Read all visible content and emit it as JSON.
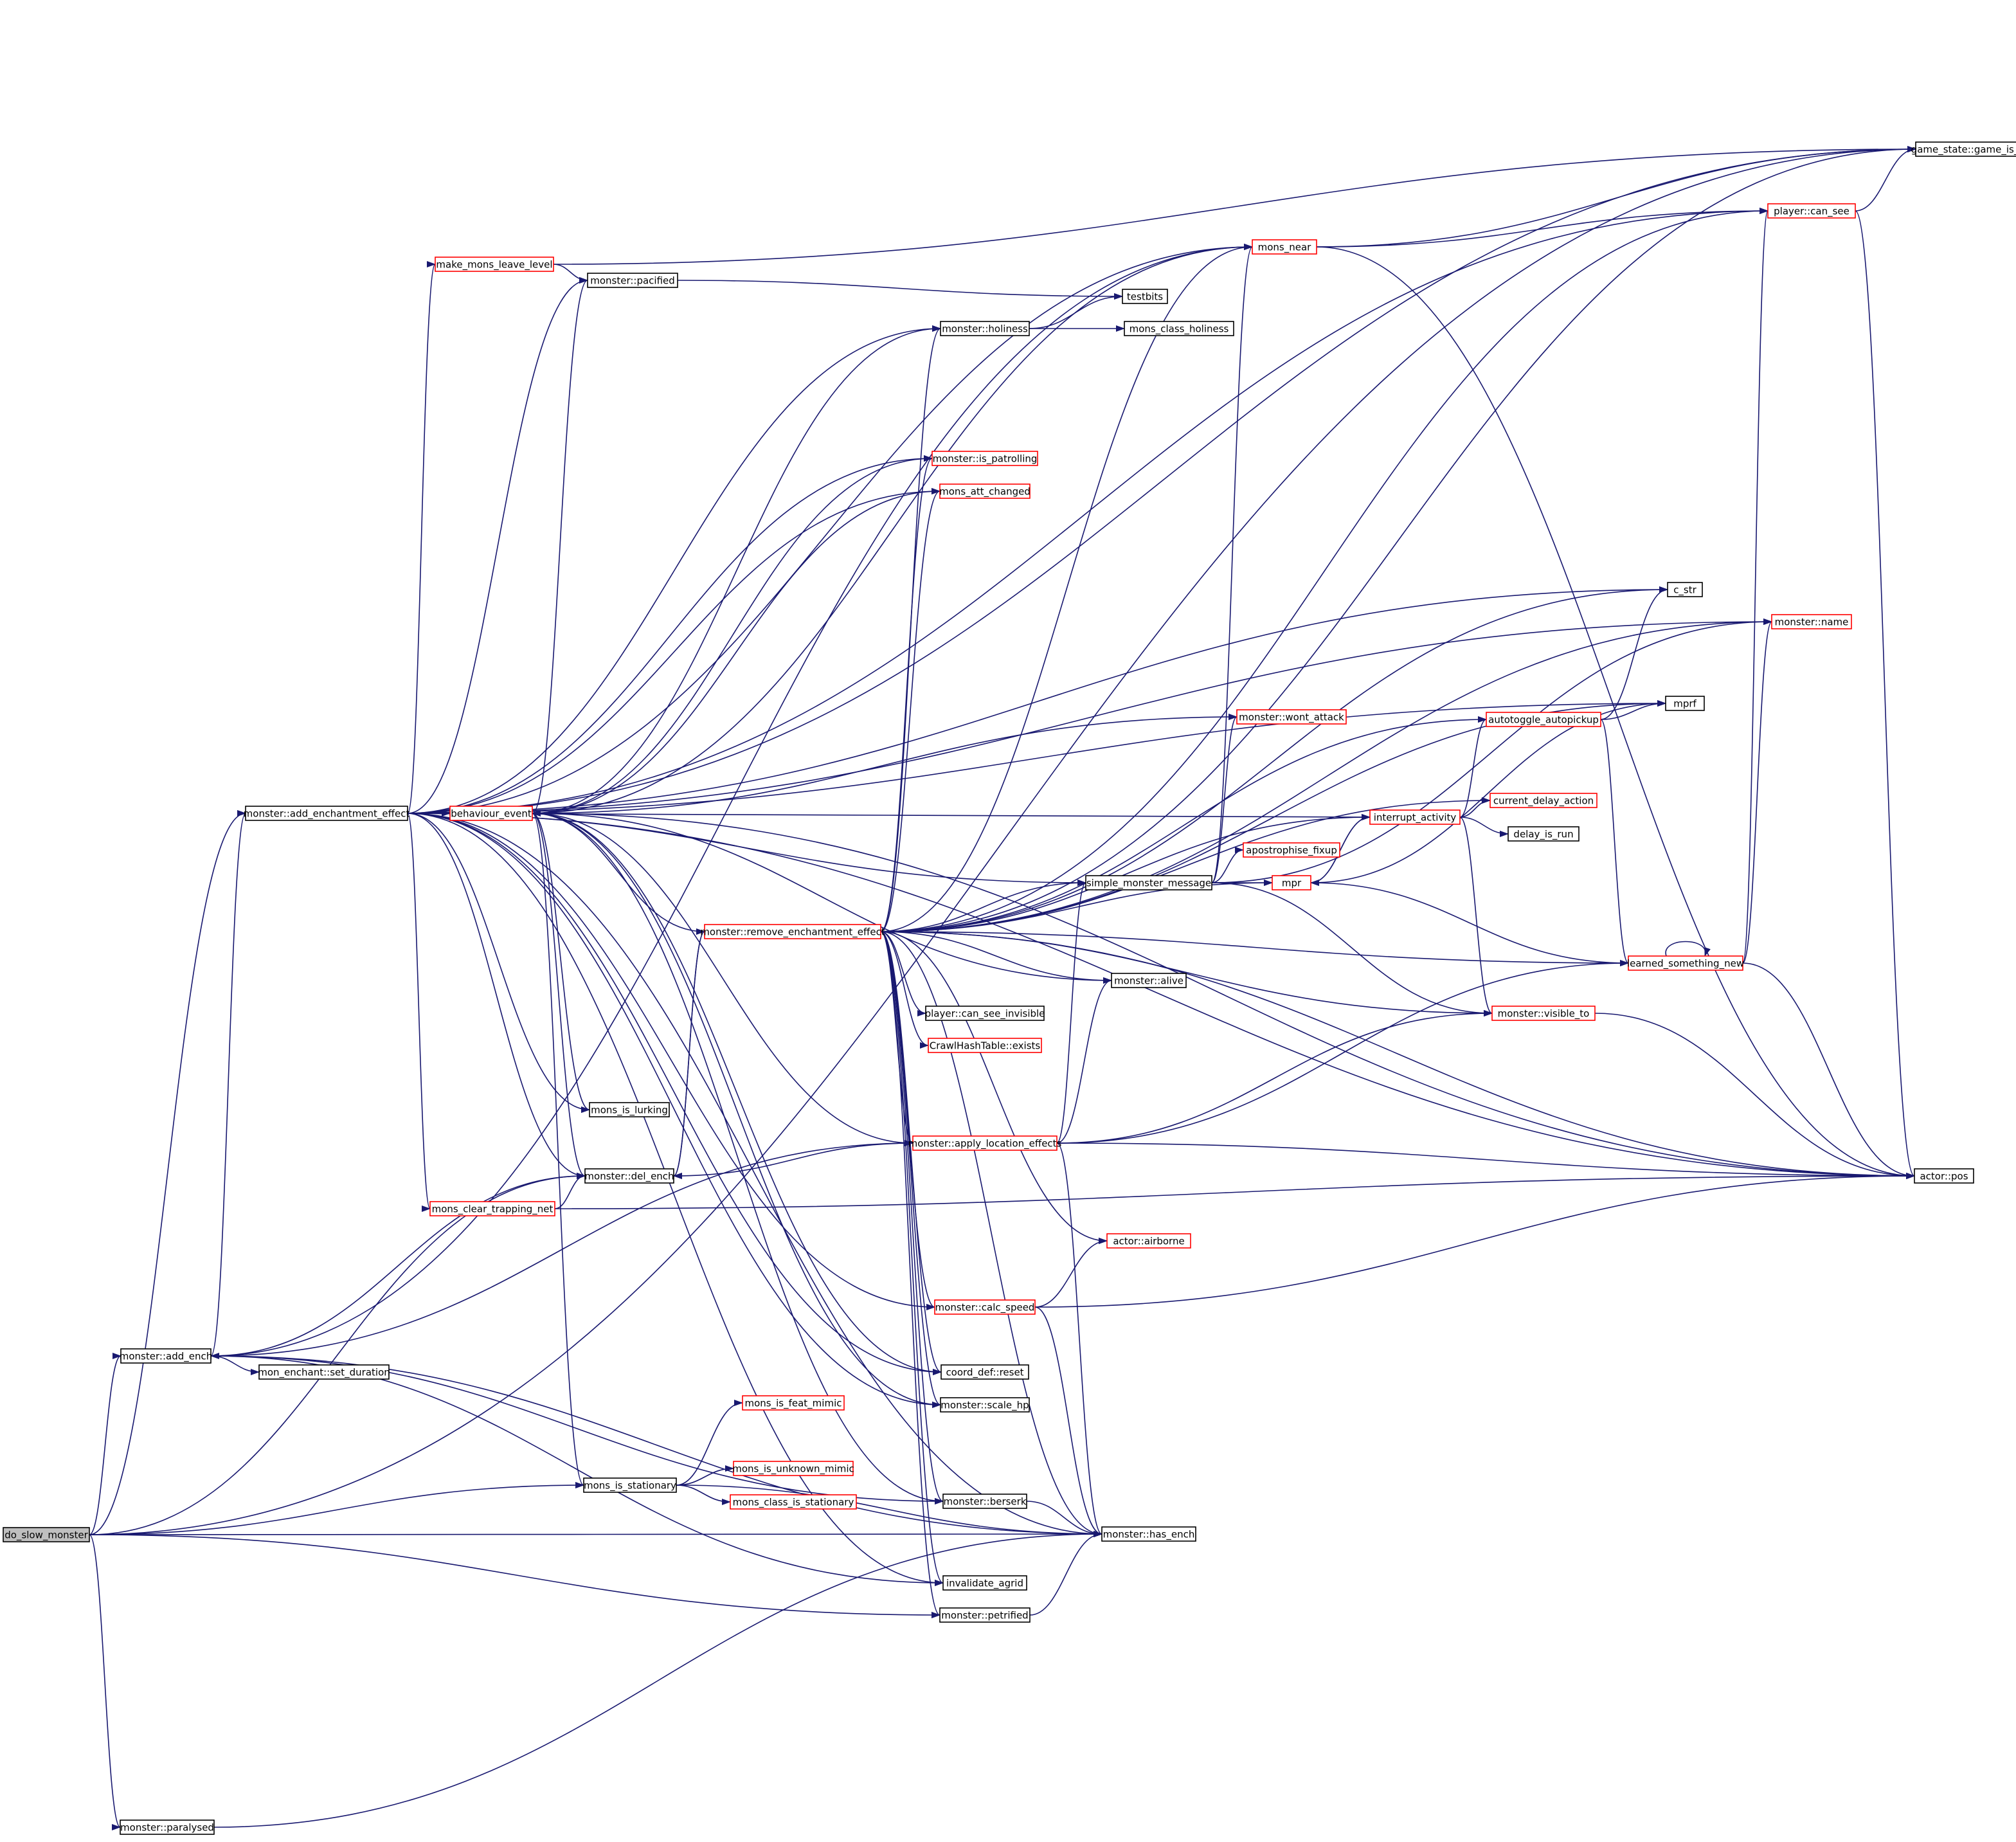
{
  "colors": {
    "edge": "#191970",
    "normal_border": "#000000",
    "external_border": "#ff0000",
    "root_fill": "#bfbfbf"
  },
  "nodes": [
    {
      "id": "do_slow_monster",
      "label": "do_slow_monster",
      "style": "root"
    },
    {
      "id": "add_enchantment_effect",
      "label": "monster::add_enchantment_effect",
      "style": "black"
    },
    {
      "id": "add_ench",
      "label": "monster::add_ench",
      "style": "black"
    },
    {
      "id": "paralysed",
      "label": "monster::paralysed",
      "style": "black"
    },
    {
      "id": "set_duration",
      "label": "mon_enchant::set_duration",
      "style": "black"
    },
    {
      "id": "make_mons_leave_level",
      "label": "make_mons_leave_level",
      "style": "red"
    },
    {
      "id": "pacified",
      "label": "monster::pacified",
      "style": "black"
    },
    {
      "id": "behaviour_event",
      "label": "behaviour_event",
      "style": "red"
    },
    {
      "id": "mons_clear_trapping_net",
      "label": "mons_clear_trapping_net",
      "style": "red"
    },
    {
      "id": "mons_is_lurking",
      "label": "mons_is_lurking",
      "style": "black"
    },
    {
      "id": "del_ench",
      "label": "monster::del_ench",
      "style": "black"
    },
    {
      "id": "mons_is_stationary",
      "label": "mons_is_stationary",
      "style": "black"
    },
    {
      "id": "mons_is_feat_mimic",
      "label": "mons_is_feat_mimic",
      "style": "red"
    },
    {
      "id": "mons_is_unknown_mimic",
      "label": "mons_is_unknown_mimic",
      "style": "red"
    },
    {
      "id": "mons_class_is_stationary",
      "label": "mons_class_is_stationary",
      "style": "red"
    },
    {
      "id": "remove_enchantment_effect",
      "label": "monster::remove_enchantment_effect",
      "style": "red"
    },
    {
      "id": "apply_location_effects",
      "label": "monster::apply_location_effects",
      "style": "red"
    },
    {
      "id": "holiness",
      "label": "monster::holiness",
      "style": "black"
    },
    {
      "id": "is_patrolling",
      "label": "monster::is_patrolling",
      "style": "red"
    },
    {
      "id": "mons_att_changed",
      "label": "mons_att_changed",
      "style": "red"
    },
    {
      "id": "calc_speed",
      "label": "monster::calc_speed",
      "style": "red"
    },
    {
      "id": "coord_reset",
      "label": "coord_def::reset",
      "style": "black"
    },
    {
      "id": "scale_hp",
      "label": "monster::scale_hp",
      "style": "black"
    },
    {
      "id": "berserk",
      "label": "monster::berserk",
      "style": "black"
    },
    {
      "id": "invalidate_agrid",
      "label": "invalidate_agrid",
      "style": "black"
    },
    {
      "id": "petrified",
      "label": "monster::petrified",
      "style": "black"
    },
    {
      "id": "player_can_see_invisible",
      "label": "player::can_see_invisible",
      "style": "black"
    },
    {
      "id": "crawl_hash_exists",
      "label": "CrawlHashTable::exists",
      "style": "red"
    },
    {
      "id": "mons_near",
      "label": "mons_near",
      "style": "red"
    },
    {
      "id": "testbits",
      "label": "testbits",
      "style": "black"
    },
    {
      "id": "mons_class_holiness",
      "label": "mons_class_holiness",
      "style": "black"
    },
    {
      "id": "simple_monster_message",
      "label": "simple_monster_message",
      "style": "black"
    },
    {
      "id": "wont_attack",
      "label": "monster::wont_attack",
      "style": "red"
    },
    {
      "id": "apostrophise_fixup",
      "label": "apostrophise_fixup",
      "style": "red"
    },
    {
      "id": "mpr",
      "label": "mpr",
      "style": "red"
    },
    {
      "id": "alive",
      "label": "monster::alive",
      "style": "black"
    },
    {
      "id": "actor_airborne",
      "label": "actor::airborne",
      "style": "red"
    },
    {
      "id": "has_ench",
      "label": "monster::has_ench",
      "style": "black"
    },
    {
      "id": "autotoggle_autopickup",
      "label": "autotoggle_autopickup",
      "style": "red"
    },
    {
      "id": "interrupt_activity",
      "label": "interrupt_activity",
      "style": "red"
    },
    {
      "id": "current_delay_action",
      "label": "current_delay_action",
      "style": "red"
    },
    {
      "id": "delay_is_run",
      "label": "delay_is_run",
      "style": "black"
    },
    {
      "id": "visible_to",
      "label": "monster::visible_to",
      "style": "red"
    },
    {
      "id": "c_str",
      "label": "c_str",
      "style": "black"
    },
    {
      "id": "mprf",
      "label": "mprf",
      "style": "black"
    },
    {
      "id": "learned_something_new",
      "label": "learned_something_new",
      "style": "red"
    },
    {
      "id": "player_can_see",
      "label": "player::can_see",
      "style": "red"
    },
    {
      "id": "monster_name",
      "label": "monster::name",
      "style": "red"
    },
    {
      "id": "game_is_arena",
      "label": "game_state::game_is_arena",
      "style": "black"
    },
    {
      "id": "actor_pos",
      "label": "actor::pos",
      "style": "black"
    }
  ],
  "edges": [
    [
      "do_slow_monster",
      "add_ench"
    ],
    [
      "do_slow_monster",
      "add_enchantment_effect"
    ],
    [
      "do_slow_monster",
      "paralysed"
    ],
    [
      "do_slow_monster",
      "mons_is_stationary"
    ],
    [
      "do_slow_monster",
      "petrified"
    ],
    [
      "do_slow_monster",
      "has_ench"
    ],
    [
      "do_slow_monster",
      "game_is_arena"
    ],
    [
      "do_slow_monster",
      "del_ench"
    ],
    [
      "add_ench",
      "add_enchantment_effect"
    ],
    [
      "add_ench",
      "set_duration"
    ],
    [
      "add_ench",
      "del_ench"
    ],
    [
      "add_ench",
      "invalidate_agrid"
    ],
    [
      "add_ench",
      "berserk"
    ],
    [
      "add_ench",
      "has_ench"
    ],
    [
      "add_ench",
      "mons_near"
    ],
    [
      "paralysed",
      "has_ench"
    ],
    [
      "add_enchantment_effect",
      "make_mons_leave_level"
    ],
    [
      "add_enchantment_effect",
      "pacified"
    ],
    [
      "add_enchantment_effect",
      "behaviour_event"
    ],
    [
      "add_enchantment_effect",
      "mons_clear_trapping_net"
    ],
    [
      "add_enchantment_effect",
      "del_ench"
    ],
    [
      "add_enchantment_effect",
      "calc_speed"
    ],
    [
      "add_enchantment_effect",
      "coord_reset"
    ],
    [
      "add_enchantment_effect",
      "scale_hp"
    ],
    [
      "add_enchantment_effect",
      "invalidate_agrid"
    ],
    [
      "add_enchantment_effect",
      "has_ench"
    ],
    [
      "add_enchantment_effect",
      "holiness"
    ],
    [
      "add_enchantment_effect",
      "is_patrolling"
    ],
    [
      "add_enchantment_effect",
      "mons_att_changed"
    ],
    [
      "add_enchantment_effect",
      "mons_near"
    ],
    [
      "add_enchantment_effect",
      "simple_monster_message"
    ],
    [
      "add_enchantment_effect",
      "interrupt_activity"
    ],
    [
      "add_enchantment_effect",
      "player_can_see"
    ],
    [
      "add_enchantment_effect",
      "monster_name"
    ],
    [
      "add_enchantment_effect",
      "c_str"
    ],
    [
      "add_enchantment_effect",
      "mprf"
    ],
    [
      "add_enchantment_effect",
      "game_is_arena"
    ],
    [
      "add_enchantment_effect",
      "actor_pos"
    ],
    [
      "add_enchantment_effect",
      "mons_is_lurking"
    ],
    [
      "make_mons_leave_level",
      "pacified"
    ],
    [
      "make_mons_leave_level",
      "game_is_arena"
    ],
    [
      "pacified",
      "testbits"
    ],
    [
      "mons_clear_trapping_net",
      "del_ench"
    ],
    [
      "mons_clear_trapping_net",
      "actor_pos"
    ],
    [
      "behaviour_event",
      "pacified"
    ],
    [
      "behaviour_event",
      "mons_is_lurking"
    ],
    [
      "behaviour_event",
      "del_ench"
    ],
    [
      "behaviour_event",
      "mons_is_stationary"
    ],
    [
      "behaviour_event",
      "holiness"
    ],
    [
      "behaviour_event",
      "is_patrolling"
    ],
    [
      "behaviour_event",
      "mons_att_changed"
    ],
    [
      "behaviour_event",
      "mons_near"
    ],
    [
      "behaviour_event",
      "wont_attack"
    ],
    [
      "behaviour_event",
      "alive"
    ],
    [
      "behaviour_event",
      "berserk"
    ],
    [
      "behaviour_event",
      "scale_hp"
    ],
    [
      "behaviour_event",
      "coord_reset"
    ],
    [
      "behaviour_event",
      "actor_pos"
    ],
    [
      "mons_is_stationary",
      "mons_is_feat_mimic"
    ],
    [
      "mons_is_stationary",
      "mons_is_unknown_mimic"
    ],
    [
      "mons_is_stationary",
      "mons_class_is_stationary"
    ],
    [
      "mons_is_stationary",
      "has_ench"
    ],
    [
      "del_ench",
      "remove_enchantment_effect"
    ],
    [
      "remove_enchantment_effect",
      "behaviour_event"
    ],
    [
      "remove_enchantment_effect",
      "del_ench"
    ],
    [
      "remove_enchantment_effect",
      "holiness"
    ],
    [
      "remove_enchantment_effect",
      "is_patrolling"
    ],
    [
      "remove_enchantment_effect",
      "mons_att_changed"
    ],
    [
      "remove_enchantment_effect",
      "apply_location_effects"
    ],
    [
      "remove_enchantment_effect",
      "calc_speed"
    ],
    [
      "remove_enchantment_effect",
      "coord_reset"
    ],
    [
      "remove_enchantment_effect",
      "scale_hp"
    ],
    [
      "remove_enchantment_effect",
      "berserk"
    ],
    [
      "remove_enchantment_effect",
      "invalidate_agrid"
    ],
    [
      "remove_enchantment_effect",
      "petrified"
    ],
    [
      "remove_enchantment_effect",
      "has_ench"
    ],
    [
      "remove_enchantment_effect",
      "player_can_see_invisible"
    ],
    [
      "remove_enchantment_effect",
      "crawl_hash_exists"
    ],
    [
      "remove_enchantment_effect",
      "alive"
    ],
    [
      "remove_enchantment_effect",
      "actor_airborne"
    ],
    [
      "remove_enchantment_effect",
      "simple_monster_message"
    ],
    [
      "remove_enchantment_effect",
      "mpr"
    ],
    [
      "remove_enchantment_effect",
      "interrupt_activity"
    ],
    [
      "remove_enchantment_effect",
      "current_delay_action"
    ],
    [
      "remove_enchantment_effect",
      "autotoggle_autopickup"
    ],
    [
      "remove_enchantment_effect",
      "mprf"
    ],
    [
      "remove_enchantment_effect",
      "monster_name"
    ],
    [
      "remove_enchantment_effect",
      "c_str"
    ],
    [
      "remove_enchantment_effect",
      "player_can_see"
    ],
    [
      "remove_enchantment_effect",
      "mons_near"
    ],
    [
      "remove_enchantment_effect",
      "visible_to"
    ],
    [
      "remove_enchantment_effect",
      "learned_something_new"
    ],
    [
      "remove_enchantment_effect",
      "actor_pos"
    ],
    [
      "remove_enchantment_effect",
      "game_is_arena"
    ],
    [
      "apply_location_effects",
      "add_ench"
    ],
    [
      "apply_location_effects",
      "behaviour_event"
    ],
    [
      "apply_location_effects",
      "del_ench"
    ],
    [
      "apply_location_effects",
      "simple_monster_message"
    ],
    [
      "apply_location_effects",
      "alive"
    ],
    [
      "apply_location_effects",
      "has_ench"
    ],
    [
      "apply_location_effects",
      "visible_to"
    ],
    [
      "apply_location_effects",
      "learned_something_new"
    ],
    [
      "apply_location_effects",
      "actor_pos"
    ],
    [
      "calc_speed",
      "actor_airborne"
    ],
    [
      "calc_speed",
      "has_ench"
    ],
    [
      "calc_speed",
      "actor_pos"
    ],
    [
      "berserk",
      "has_ench"
    ],
    [
      "petrified",
      "has_ench"
    ],
    [
      "holiness",
      "testbits"
    ],
    [
      "holiness",
      "mons_class_holiness"
    ],
    [
      "simple_monster_message",
      "mons_near"
    ],
    [
      "simple_monster_message",
      "wont_attack"
    ],
    [
      "simple_monster_message",
      "apostrophise_fixup"
    ],
    [
      "simple_monster_message",
      "mpr"
    ],
    [
      "simple_monster_message",
      "visible_to"
    ],
    [
      "simple_monster_message",
      "monster_name"
    ],
    [
      "mpr",
      "interrupt_activity"
    ],
    [
      "mpr",
      "mprf"
    ],
    [
      "interrupt_activity",
      "autotoggle_autopickup"
    ],
    [
      "interrupt_activity",
      "current_delay_action"
    ],
    [
      "interrupt_activity",
      "delay_is_run"
    ],
    [
      "interrupt_activity",
      "mpr"
    ],
    [
      "interrupt_activity",
      "visible_to"
    ],
    [
      "autotoggle_autopickup",
      "mprf"
    ],
    [
      "autotoggle_autopickup",
      "c_str"
    ],
    [
      "autotoggle_autopickup",
      "learned_something_new"
    ],
    [
      "learned_something_new",
      "learned_something_new"
    ],
    [
      "learned_something_new",
      "mpr"
    ],
    [
      "learned_something_new",
      "player_can_see"
    ],
    [
      "learned_something_new",
      "monster_name"
    ],
    [
      "learned_something_new",
      "actor_pos"
    ],
    [
      "visible_to",
      "actor_pos"
    ],
    [
      "mons_near",
      "game_is_arena"
    ],
    [
      "mons_near",
      "actor_pos"
    ],
    [
      "mons_near",
      "player_can_see"
    ],
    [
      "player_can_see",
      "game_is_arena"
    ],
    [
      "player_can_see",
      "actor_pos"
    ]
  ]
}
